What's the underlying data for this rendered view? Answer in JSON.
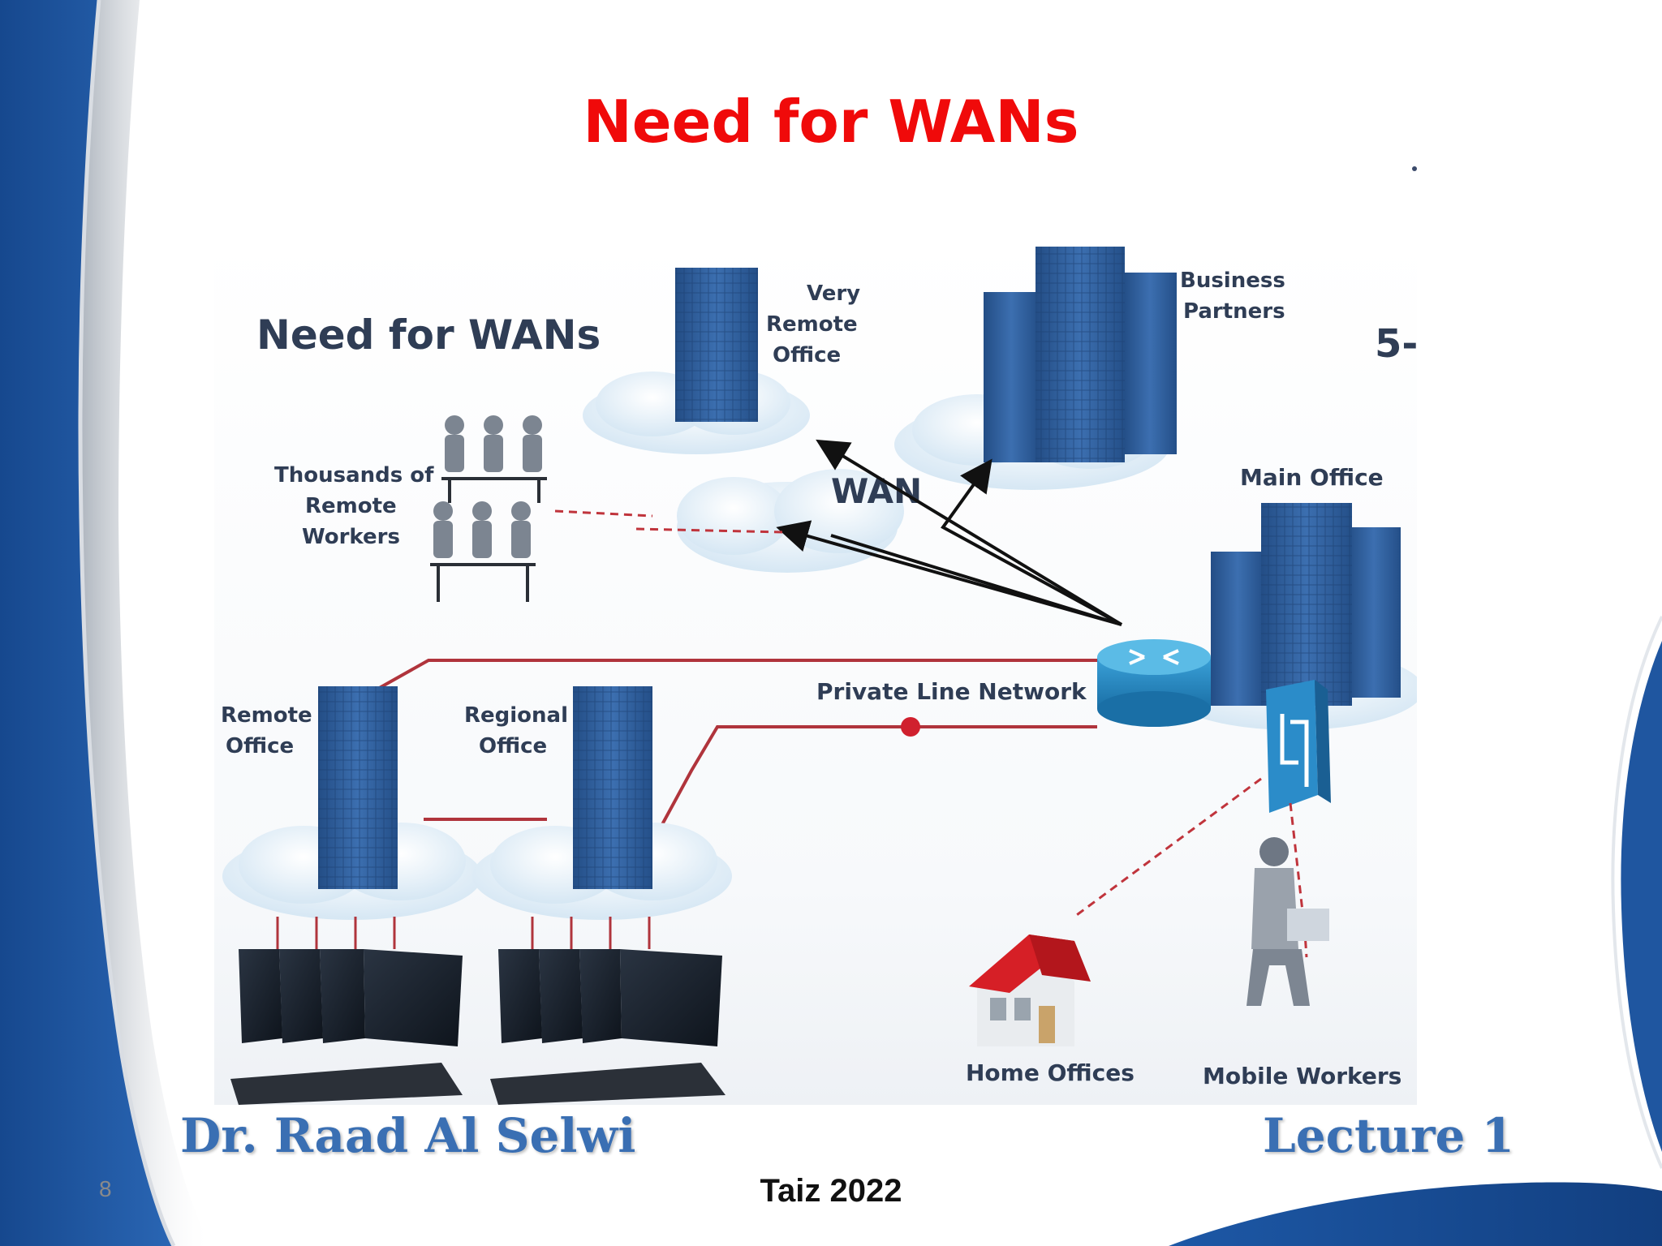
{
  "slide": {
    "title": "Need for WANs",
    "number": "8"
  },
  "diagram": {
    "heading": "Need for WANs",
    "corner_label": "5-",
    "wan_label": "WAN",
    "very_remote_office": [
      "Very",
      "Remote",
      "Office"
    ],
    "business_partners": [
      "Business",
      "Partners"
    ],
    "main_office": "Main Office",
    "remote_workers": [
      "Thousands of",
      "Remote",
      "Workers"
    ],
    "remote_office": [
      "Remote",
      "Office"
    ],
    "regional_office": [
      "Regional",
      "Office"
    ],
    "private_line": "Private Line Network",
    "home_offices": "Home Offices",
    "mobile_workers": "Mobile Workers"
  },
  "footer": {
    "author": "Dr. Raad Al Selwi",
    "lecture": "Lecture 1",
    "place": "Taiz 2022"
  },
  "colors": {
    "title": "#f00a0a",
    "frame_blue": "#1f56a0",
    "building_blue": "#2f5f9e",
    "link_red": "#b0343c",
    "footer_text": "#3a6fb3"
  },
  "icons": [
    "building-icon",
    "cloud-icon",
    "router-icon",
    "firewall-icon",
    "house-icon",
    "person-icon",
    "computer-icon"
  ]
}
